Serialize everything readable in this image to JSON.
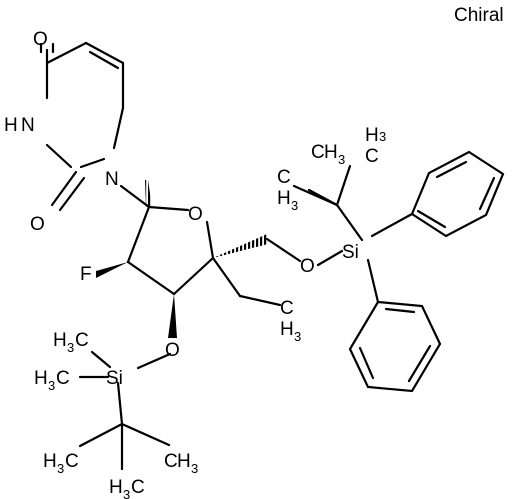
{
  "header": {
    "chirality": "Chiral"
  },
  "atoms": {
    "o_carbonyl_top": "O",
    "nh": "H",
    "n_amide": "N",
    "n1": "N",
    "o_carbonyl_bottom": "O",
    "o_ring": "O",
    "f": "F",
    "o_ether_silyl": "O",
    "si_diphenyl": "Si",
    "o_lower_silyl": "O",
    "si_dimethyl": "Si"
  },
  "methyl": {
    "main": "H",
    "digit": "3",
    "main_c": "C"
  }
}
